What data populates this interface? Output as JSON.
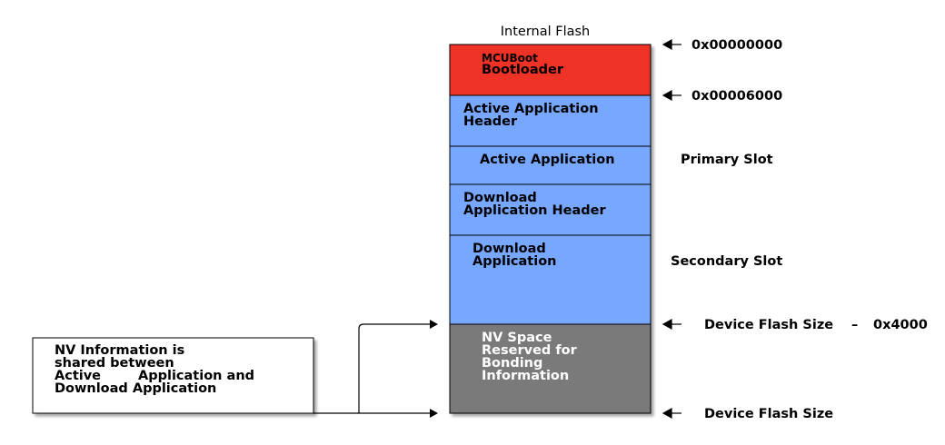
{
  "diagram": {
    "title": "Internal Flash",
    "blocks": {
      "bootloader": {
        "line1": "MCUBoot",
        "line2": "Bootloader",
        "color": "#ef3325"
      },
      "active_header": {
        "line1": "Active Application",
        "line2": "Header",
        "color": "#78a7ff"
      },
      "active_app": {
        "line1": "Active Application",
        "color": "#78a7ff"
      },
      "download_header": {
        "line1": "Download",
        "line2": "Application Header",
        "color": "#78a7ff"
      },
      "download_app": {
        "line1": "Download",
        "line2": "Application",
        "color": "#78a7ff"
      },
      "nv_space": {
        "line1": "NV Space",
        "line2": "Reserved for",
        "line3": "Bonding",
        "line4": "Information",
        "color": "#7a7a7a"
      }
    },
    "addresses": {
      "addr_start": "0x00000000",
      "addr_app": "0x00006000",
      "flash_size_minus": "Device Flash Size",
      "minus_sign": "–",
      "minus_value": "0x4000",
      "flash_size": "Device Flash Size"
    },
    "slots": {
      "primary": "Primary Slot",
      "secondary": "Secondary Slot"
    },
    "note": {
      "line1": "NV Information is",
      "line2": "shared between",
      "line3a": "Active",
      "line3b": "Application and",
      "line4": "Download Application"
    }
  }
}
